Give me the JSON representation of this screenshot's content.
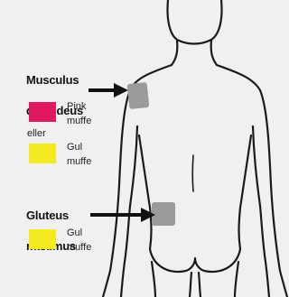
{
  "deltoid": {
    "heading_line1": "Musculus",
    "heading_line2": "deltoideus",
    "option1": {
      "label_line1": "Pink",
      "label_line2": "muffe",
      "color": "#e0185f"
    },
    "or_text": "eller",
    "option2": {
      "label_line1": "Gul",
      "label_line2": "muffe",
      "color": "#f4ea1f"
    }
  },
  "gluteus": {
    "heading_line1": "Gluteus",
    "heading_line2": "maximus",
    "option1": {
      "label_line1": "Gul",
      "label_line2": "muffe",
      "color": "#f4ea1f"
    }
  },
  "colors": {
    "background": "#f0f0f0",
    "outline": "#1a1a1a",
    "injection_site": "#9a9a9a",
    "arrow": "#111111"
  }
}
